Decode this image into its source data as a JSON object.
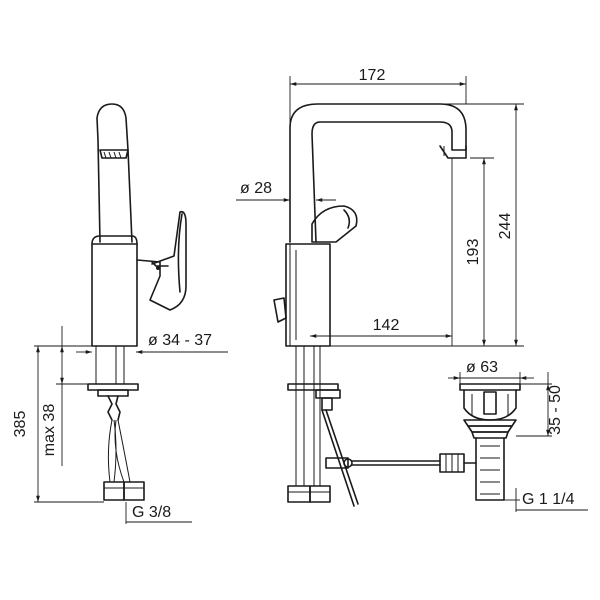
{
  "dimensions": {
    "width_172": "172",
    "diameter_28": "ø 28",
    "height_244": "244",
    "height_193": "193",
    "reach_142": "142",
    "diameter_34_37": "ø 34 - 37",
    "height_385": "385",
    "max_38": "max 38",
    "thread_g38": "G 3/8",
    "diameter_63": "ø 63",
    "range_35_50": "35 - 50",
    "thread_g114": "G 1 1/4"
  }
}
